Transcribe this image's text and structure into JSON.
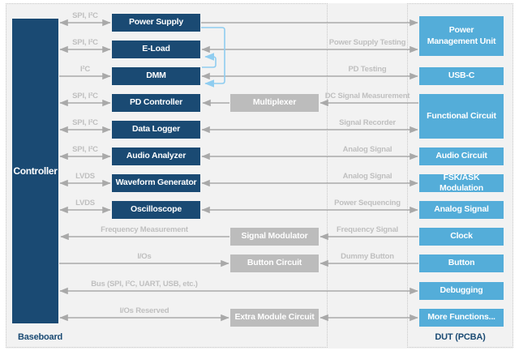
{
  "diagram": {
    "baseboard": {
      "region_label": "Baseboard",
      "controller_label": "Controller",
      "instruments": [
        "Power Supply",
        "E-Load",
        "DMM",
        "PD Controller",
        "Data Logger",
        "Audio Analyzer",
        "Waveform Generator",
        "Oscilloscope"
      ],
      "aux_modules": [
        "Multiplexer",
        "Signal Modulator",
        "Button Circuit",
        "Extra Module Circuit"
      ],
      "bus_labels": [
        "SPI, I²C",
        "SPI, I²C",
        "I²C",
        "SPI, I²C",
        "SPI, I²C",
        "SPI, I²C",
        "LVDS",
        "LVDS"
      ],
      "io_labels": [
        "Frequency Measurement",
        "I/Os",
        "Bus (SPI, I²C, UART, USB, etc.)",
        "I/Os Reserved"
      ]
    },
    "dut": {
      "region_label": "DUT (PCBA)",
      "blocks": [
        "Power Management Unit",
        "USB-C",
        "Functional Circuit",
        "Audio Circuit",
        "FSK/ASK Modulation",
        "Analog Signal",
        "Clock",
        "Button",
        "Debugging",
        "More Functions..."
      ],
      "signal_labels": [
        "Power Supply Testing",
        "PD Testing",
        "DC Signal Measurement",
        "Signal Recorder",
        "Analog Signal",
        "Analog Signal",
        "Power Sequencing",
        "Frequency Signal",
        "Dummy Button"
      ]
    },
    "colors": {
      "navy": "#1a4a73",
      "light_blue": "#54add9",
      "gray_box": "#bcbcbc",
      "arrow_gray": "#a9a9a9",
      "label_gray": "#bfbfbf",
      "feedback_blue": "#8fcdf0",
      "background": "#f2f2f2"
    }
  }
}
